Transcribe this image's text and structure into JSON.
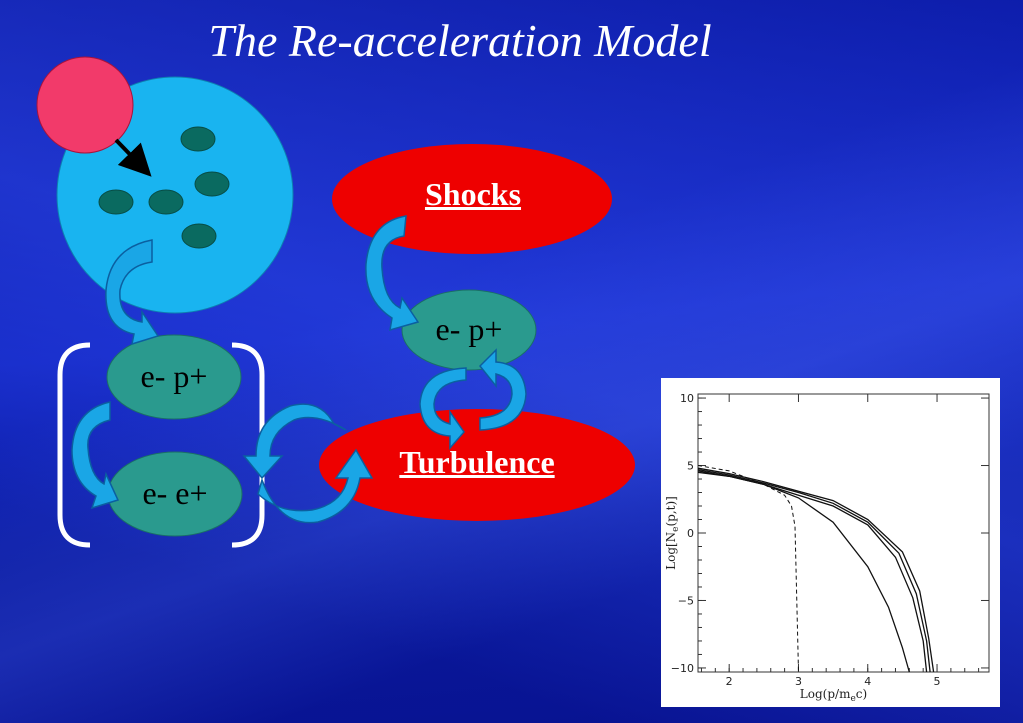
{
  "slide": {
    "title": "The Re-acceleration Model",
    "colors": {
      "background": "#0b1aa4",
      "big_circle": "#19b4f0",
      "small_circle": "#f23a6a",
      "dots": "#0a6a60",
      "teal_ellipse": "#2a9a8e",
      "red_ellipse": "#ee0000",
      "arrow": "#1aa6e6"
    }
  },
  "diagram": {
    "ellipse_top_left": "e- p+",
    "ellipse_bottom_left": "e- e+",
    "ellipse_right": "e- p+",
    "shocks": "Shocks",
    "turbulence": "Turbulence"
  },
  "chart_data": {
    "type": "line",
    "xlabel": "Log(p/m",
    "xlabel_sub": "e",
    "xlabel_end": "c)",
    "ylabel": "Log[N",
    "ylabel_sub": "e",
    "ylabel_end": "(p,t)]",
    "xlim": [
      1.55,
      5.75
    ],
    "ylim": [
      -10.3,
      10.3
    ],
    "xticks": [
      "2",
      "3",
      "4",
      "5"
    ],
    "yticks": [
      "10",
      "5",
      "0",
      "−5",
      "−10"
    ],
    "series": [
      {
        "style": "dashed",
        "x": [
          1.55,
          2.0,
          2.5,
          2.8,
          2.9,
          2.95,
          3.0
        ],
        "y": [
          5.0,
          4.6,
          3.6,
          2.8,
          2.0,
          0.5,
          -10.3
        ]
      },
      {
        "style": "solid",
        "x": [
          1.55,
          2.0,
          2.5,
          3.0,
          3.5,
          4.0,
          4.3,
          4.5,
          4.6
        ],
        "y": [
          4.5,
          4.2,
          3.6,
          2.6,
          0.8,
          -2.5,
          -5.5,
          -8.5,
          -10.3
        ]
      },
      {
        "style": "solid",
        "x": [
          1.55,
          2.0,
          2.5,
          3.0,
          3.5,
          4.0,
          4.4,
          4.65,
          4.8,
          4.85
        ],
        "y": [
          4.6,
          4.2,
          3.6,
          2.8,
          2.0,
          0.6,
          -1.8,
          -4.8,
          -8.0,
          -10.3
        ]
      },
      {
        "style": "solid",
        "x": [
          1.55,
          2.0,
          2.5,
          3.0,
          3.5,
          4.0,
          4.45,
          4.7,
          4.85,
          4.9
        ],
        "y": [
          4.7,
          4.3,
          3.7,
          3.0,
          2.2,
          0.8,
          -1.5,
          -4.5,
          -8.0,
          -10.3
        ]
      },
      {
        "style": "solid",
        "x": [
          1.55,
          2.0,
          2.5,
          3.0,
          3.5,
          4.0,
          4.5,
          4.75,
          4.88,
          4.95
        ],
        "y": [
          4.8,
          4.4,
          3.8,
          3.1,
          2.4,
          1.0,
          -1.4,
          -4.3,
          -7.8,
          -10.3
        ]
      }
    ]
  }
}
